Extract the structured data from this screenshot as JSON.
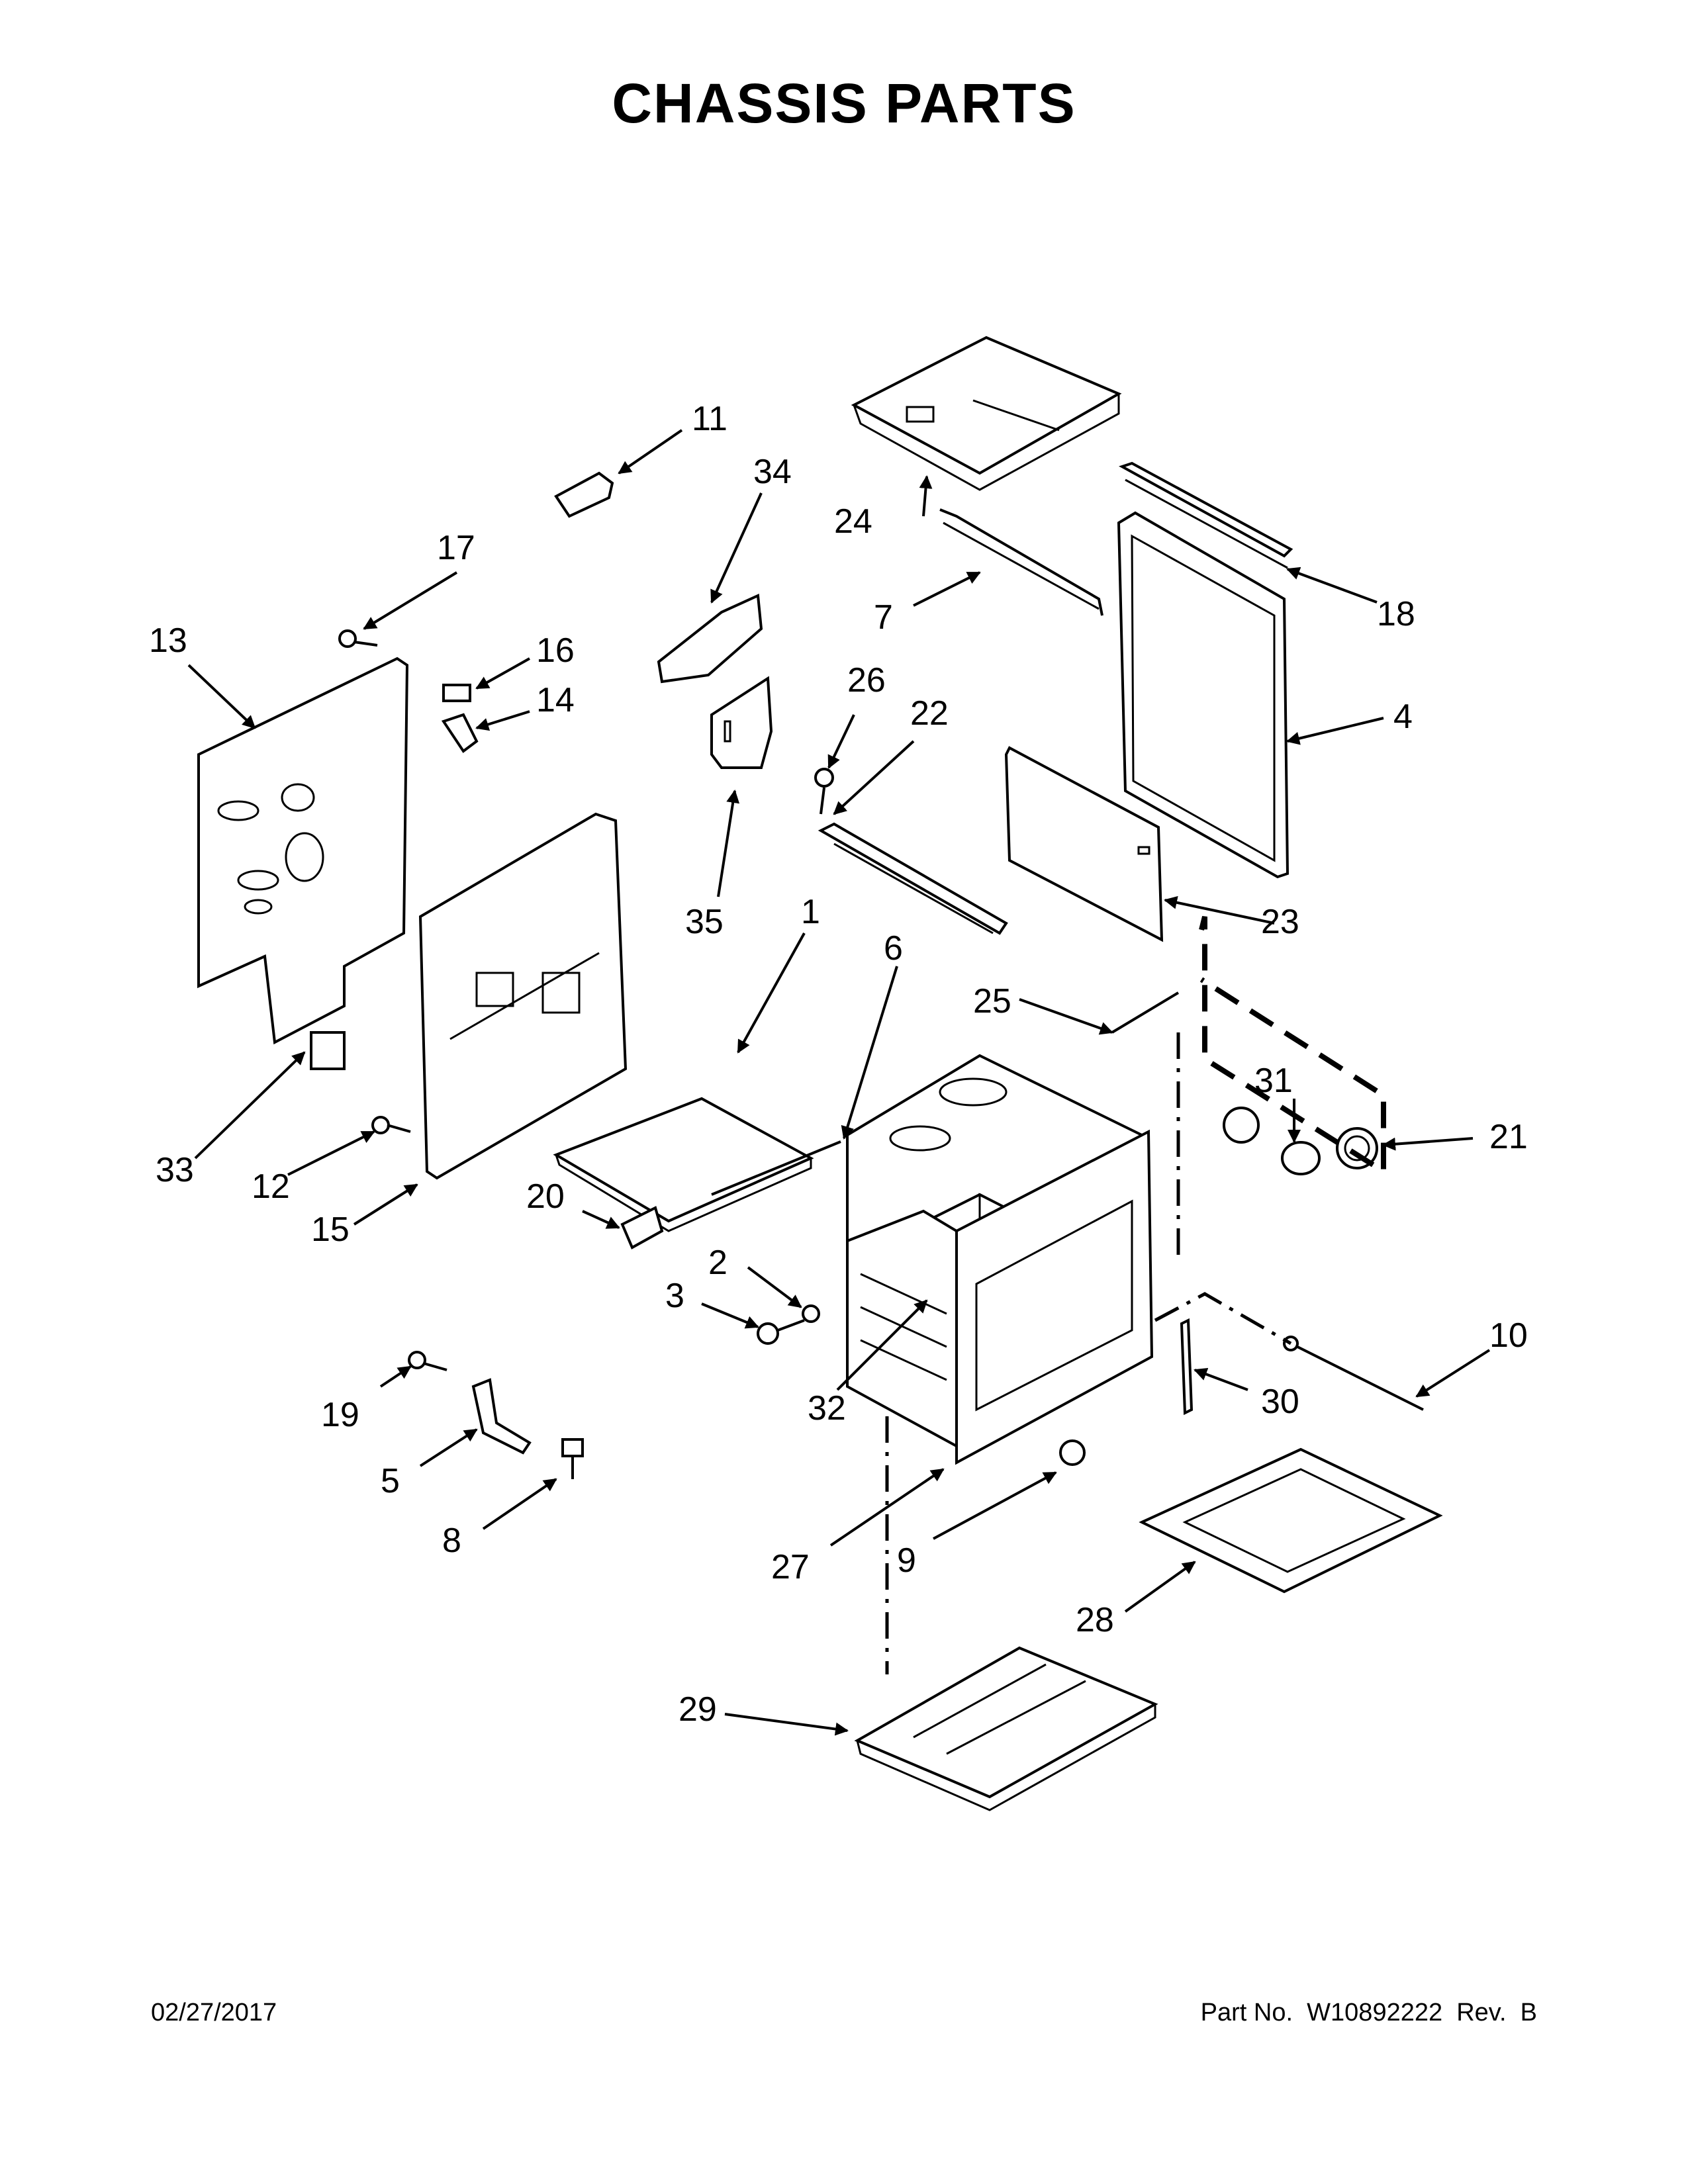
{
  "title": "CHASSIS PARTS",
  "footer": {
    "date": "02/27/2017",
    "part_no": "Part No.  W10892222  Rev.  B"
  },
  "callouts": {
    "c1": "1",
    "c2": "2",
    "c3": "3",
    "c4": "4",
    "c5": "5",
    "c6": "6",
    "c7": "7",
    "c8": "8",
    "c9": "9",
    "c10": "10",
    "c11": "11",
    "c12": "12",
    "c13": "13",
    "c14": "14",
    "c15": "15",
    "c16": "16",
    "c17": "17",
    "c18": "18",
    "c19": "19",
    "c20": "20",
    "c21": "21",
    "c22": "22",
    "c23": "23",
    "c24": "24",
    "c25": "25",
    "c26": "26",
    "c27": "27",
    "c28": "28",
    "c29": "29",
    "c30": "30",
    "c31": "31",
    "c32": "32",
    "c33": "33",
    "c34": "34",
    "c35": "35"
  }
}
